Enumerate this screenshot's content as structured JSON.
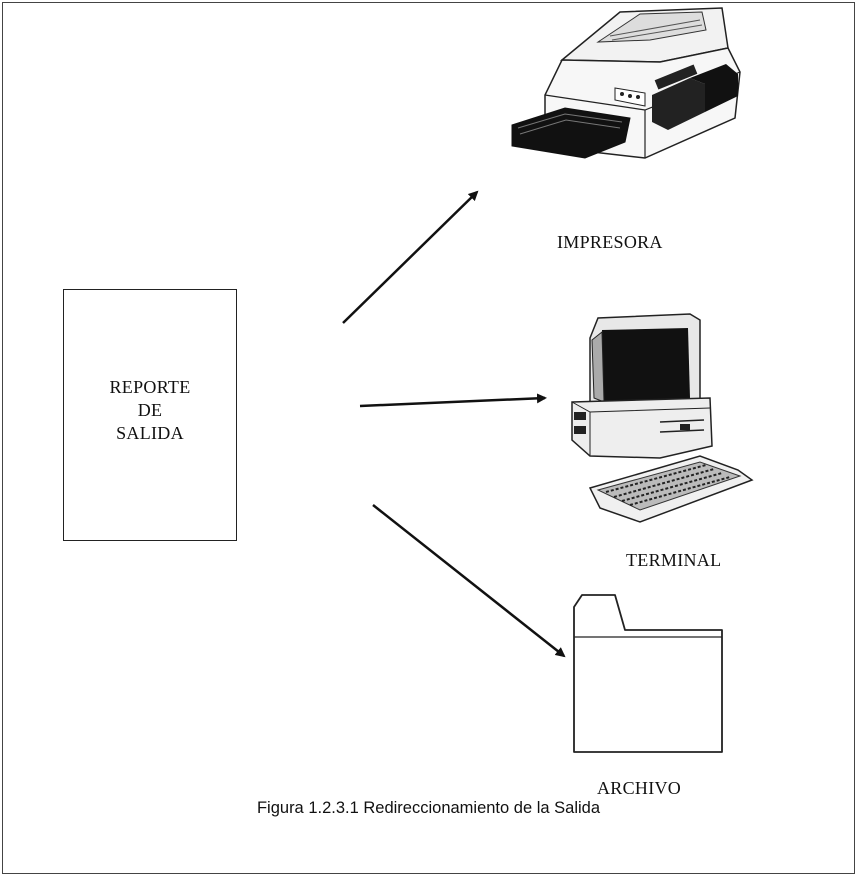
{
  "report": {
    "lines": [
      "REPORTE",
      "DE",
      "SALIDA"
    ]
  },
  "outputs": {
    "printer": {
      "label": "IMPRESORA",
      "icon": "printer-icon"
    },
    "terminal": {
      "label": "TERMINAL",
      "icon": "computer-terminal-icon"
    },
    "file": {
      "label": "ARCHIVO",
      "icon": "folder-icon"
    }
  },
  "caption": "Figura 1.2.3.1 Redireccionamiento de la Salida"
}
